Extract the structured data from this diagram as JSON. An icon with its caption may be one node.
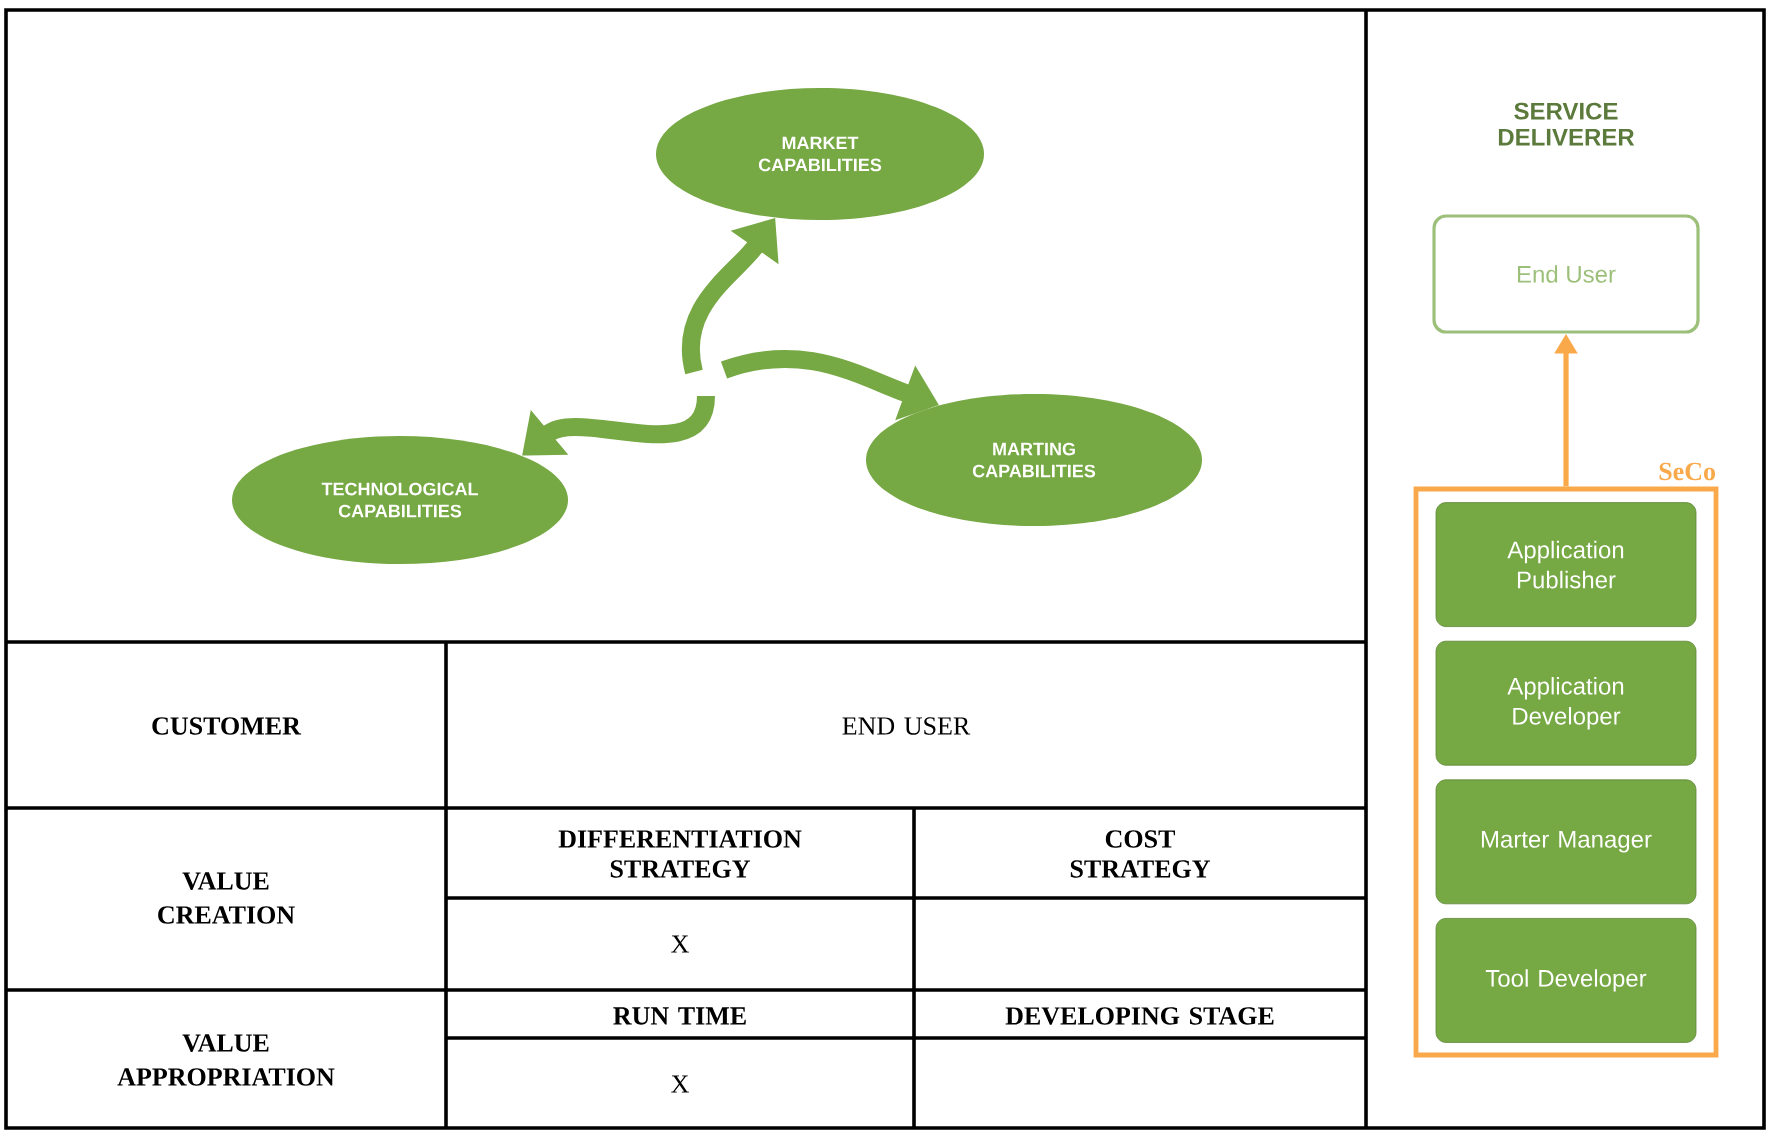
{
  "diagram": {
    "nodes": [
      {
        "text": [
          "MARKET CAPABILITIES"
        ]
      },
      {
        "text": [
          "MARTING CAPABILITIES"
        ]
      },
      {
        "text": [
          "TECHNOLOGICAL CAPABILITIES"
        ]
      },
      {
        "text": [
          "End User"
        ]
      },
      {
        "text": [
          "SeCo"
        ]
      },
      {
        "text": [
          "Application Publisher"
        ],
        "in": 4
      },
      {
        "text": [
          "Application Developer"
        ],
        "in": 4
      },
      {
        "text": [
          "Marter Manager"
        ],
        "in": 4
      },
      {
        "text": [
          "Tool Developer"
        ],
        "in": 4
      }
    ],
    "edges": [
      {
        "from": null,
        "to": 0,
        "arrow": "to"
      },
      {
        "from": null,
        "to": 1,
        "arrow": "to"
      },
      {
        "from": null,
        "to": 2,
        "arrow": "to"
      },
      {
        "from": 4,
        "to": 3,
        "arrow": "to",
        "color": "#f9a94a"
      }
    ],
    "labels": [
      "SERVICE DELIVERER",
      "CUSTOMER",
      "END USER",
      "VALUE CREATION",
      "DIFFERENTIATION STRATEGY",
      "COST STRATEGY",
      "X",
      "VALUE APPROPRIATION",
      "RUN TIME",
      "DEVELOPING STAGE",
      "X"
    ]
  }
}
